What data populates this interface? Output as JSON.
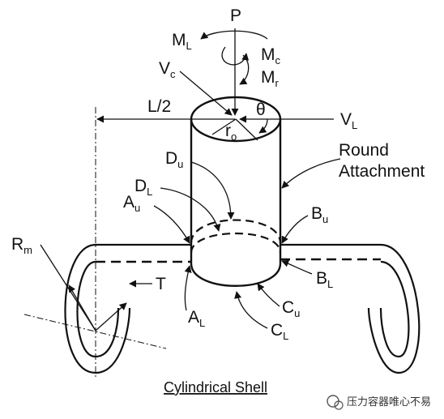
{
  "labels": {
    "P": "P",
    "ML_main": "M",
    "ML_sub": "L",
    "Mc_main": "M",
    "Mc_sub": "c",
    "Mr_main": "M",
    "Mr_sub": "r",
    "Vc_main": "V",
    "Vc_sub": "c",
    "VL_main": "V",
    "VL_sub": "L",
    "half_length": "L/2",
    "theta": "θ",
    "ro_main": "r",
    "ro_sub": "o",
    "Du_main": "D",
    "Du_sub": "u",
    "DL_main": "D",
    "DL_sub": "L",
    "Au_main": "A",
    "Au_sub": "u",
    "AL_main": "A",
    "AL_sub": "L",
    "Bu_main": "B",
    "Bu_sub": "u",
    "BL_main": "B",
    "BL_sub": "L",
    "Cu_main": "C",
    "Cu_sub": "u",
    "CL_main": "C",
    "CL_sub": "L",
    "Rm_main": "R",
    "Rm_sub": "m",
    "T": "T",
    "round_line1": "Round",
    "round_line2": "Attachment"
  },
  "caption": "Cylindrical Shell",
  "watermark": "压力容器唯心不易",
  "colors": {
    "ink": "#111111",
    "background": "#ffffff"
  }
}
